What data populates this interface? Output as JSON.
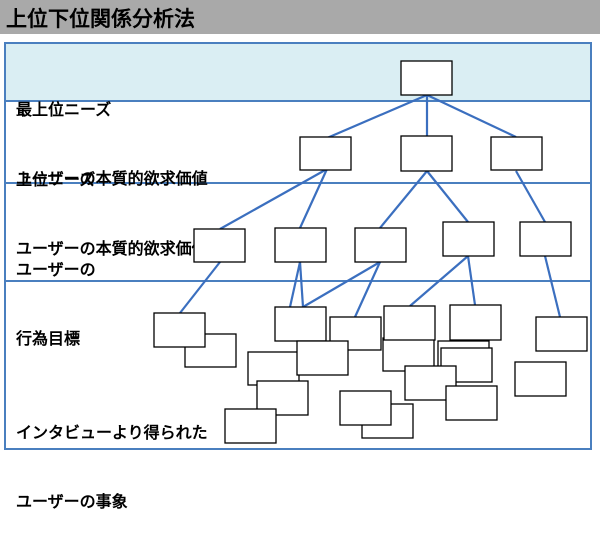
{
  "title": "上位下位関係分析法",
  "levels": [
    {
      "line1": "最上位ニーズ",
      "line2": "ユーザーの本質的欲求価値"
    },
    {
      "line1": "上位ニーズ",
      "line2": "ユーザーの本質的欲求価値"
    },
    {
      "line1": "ユーザーの",
      "line2": "行為目標"
    },
    {
      "line1": "インタビューより得られた",
      "line2": "ユーザーの事象"
    }
  ],
  "colors": {
    "line": "#3b6fbf",
    "border": "#4a7fbf",
    "title_bg": "#a9a9a9",
    "top_band": "#daeef3"
  }
}
